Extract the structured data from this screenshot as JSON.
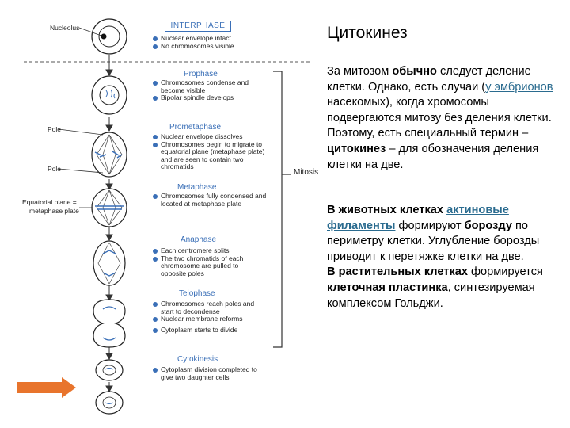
{
  "figure": {
    "labels": {
      "nucleolus": "Nucleolus",
      "pole_top": "Pole",
      "pole_bottom": "Pole",
      "equatorial_plane": "Equatorial plane =",
      "metaphase_plate": "metaphase plate",
      "mitosis": "Mitosis"
    },
    "phases": [
      {
        "title": "INTERPHASE",
        "bullets": [
          "Nuclear envelope intact",
          "No chromosomes visible"
        ]
      },
      {
        "title": "Prophase",
        "bullets": [
          "Chromosomes condense and become visible",
          "Bipolar spindle develops"
        ]
      },
      {
        "title": "Prometaphase",
        "bullets": [
          "Nuclear envelope dissolves",
          "Chromosomes begin to migrate to equatorial plane (metaphase plate) and are seen to contain two chromatids"
        ]
      },
      {
        "title": "Metaphase",
        "bullets": [
          "Chromosomes fully condensed and located at metaphase plate"
        ]
      },
      {
        "title": "Anaphase",
        "bullets": [
          "Each centromere splits",
          "The two chromatids of each chromosome are pulled to opposite poles"
        ]
      },
      {
        "title": "Telophase",
        "bullets": [
          "Chromosomes reach poles and start to decondense",
          "Nuclear membrane reforms",
          "Cytoplasm starts to divide"
        ]
      },
      {
        "title": "Cytokinesis",
        "bullets": [
          "Cytoplasm division completed to give two daughter cells"
        ]
      }
    ],
    "colors": {
      "accent": "#3a6fb7",
      "arrow": "#e8742c",
      "line": "#333333"
    }
  },
  "slide": {
    "title": "Цитокинез",
    "p1": {
      "t1": "За митозом ",
      "b1": "обычно",
      "t2": " следует деление клетки. Однако, есть случаи (",
      "u1": "у эмбрионов",
      "t3": " насекомых), когда хромосомы подвергаются митозу без деления клетки. Поэтому, есть специальный термин – ",
      "b2": "цитокинез",
      "t4": " – для обозначения деления клетки на две."
    },
    "p2": {
      "b1": "В животных клетках ",
      "link1": "актиновые филаменты",
      "t1": " формируют ",
      "b2": "борозду",
      "t2": " по периметру клетки. Углубление борозды приводит к перетяжке клетки на две.",
      "b3": "В растительных клетках",
      "t3": " формируется ",
      "b4": "клеточная пластинка",
      "t4": ", синтезируемая комплексом Гольджи."
    }
  }
}
